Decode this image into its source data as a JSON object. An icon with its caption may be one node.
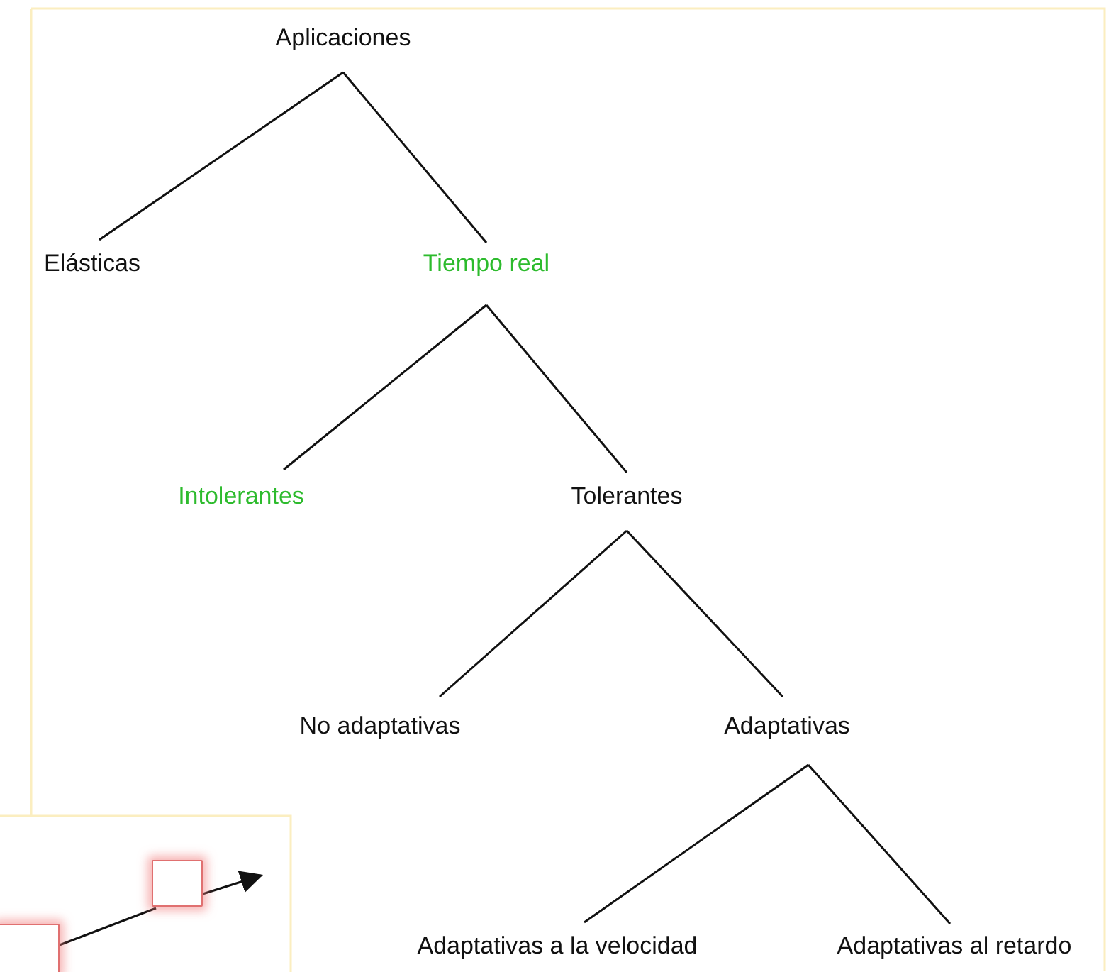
{
  "diagram": {
    "nodes": [
      {
        "text": [
          "Aplicaciones"
        ]
      },
      {
        "text": [
          "Elásticas"
        ]
      },
      {
        "text": [
          "Tiempo real"
        ]
      },
      {
        "text": [
          "Intolerantes"
        ]
      },
      {
        "text": [
          "Tolerantes"
        ]
      },
      {
        "text": [
          "No adaptativas"
        ]
      },
      {
        "text": [
          "Adaptativas"
        ]
      },
      {
        "text": [
          "Adaptativas a la velocidad"
        ]
      },
      {
        "text": [
          "Adaptativas al retardo"
        ]
      },
      {
        "text": [],
        "shape": "box"
      },
      {
        "text": [],
        "shape": "box"
      }
    ],
    "edges": [
      {
        "from": 0,
        "to": 1,
        "arrow": "none"
      },
      {
        "from": 0,
        "to": 2,
        "arrow": "none"
      },
      {
        "from": 2,
        "to": 3,
        "arrow": "none"
      },
      {
        "from": 2,
        "to": 4,
        "arrow": "none"
      },
      {
        "from": 4,
        "to": 5,
        "arrow": "none"
      },
      {
        "from": 4,
        "to": 6,
        "arrow": "none"
      },
      {
        "from": 6,
        "to": 7,
        "arrow": "none"
      },
      {
        "from": 6,
        "to": 8,
        "arrow": "none"
      },
      {
        "from": 9,
        "to": 10,
        "arrow": "none"
      },
      {
        "from": 10,
        "to": null,
        "arrow": "to"
      }
    ]
  }
}
